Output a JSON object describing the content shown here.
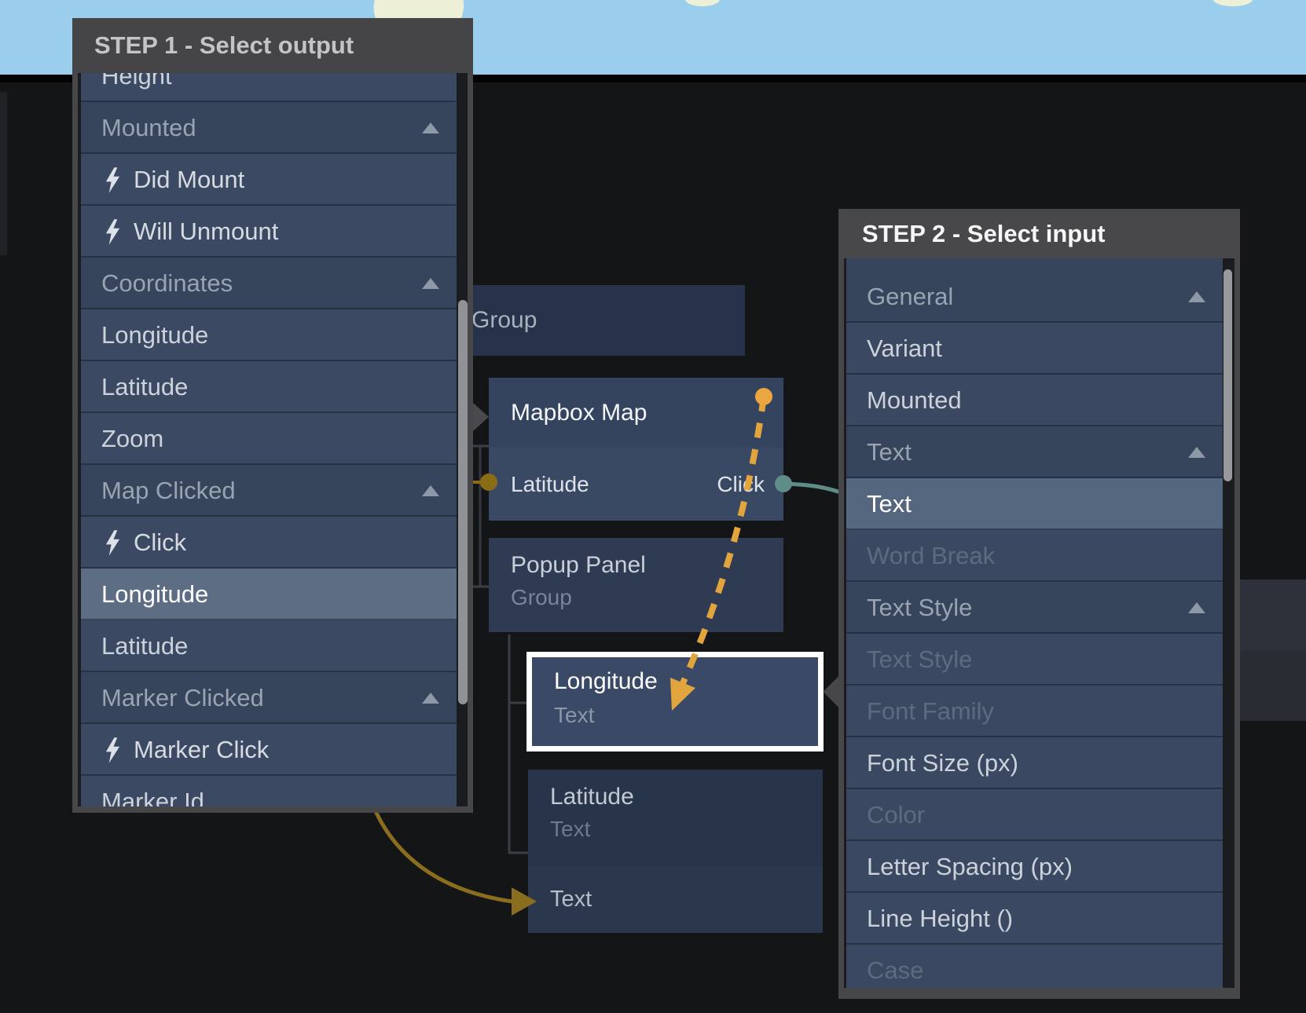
{
  "step1": {
    "title": "STEP 1 - Select output",
    "items": [
      {
        "label": "Height",
        "kind": "item"
      },
      {
        "label": "Mounted",
        "kind": "section"
      },
      {
        "label": "Did Mount",
        "kind": "event"
      },
      {
        "label": "Will Unmount",
        "kind": "event"
      },
      {
        "label": "Coordinates",
        "kind": "section"
      },
      {
        "label": "Longitude",
        "kind": "item"
      },
      {
        "label": "Latitude",
        "kind": "item"
      },
      {
        "label": "Zoom",
        "kind": "item"
      },
      {
        "label": "Map Clicked",
        "kind": "section"
      },
      {
        "label": "Click",
        "kind": "event"
      },
      {
        "label": "Longitude",
        "kind": "item",
        "state": "selected"
      },
      {
        "label": "Latitude",
        "kind": "item"
      },
      {
        "label": "Marker Clicked",
        "kind": "section"
      },
      {
        "label": "Marker Click",
        "kind": "event"
      },
      {
        "label": "Marker Id",
        "kind": "item"
      }
    ]
  },
  "step2": {
    "title": "STEP 2 - Select input",
    "items": [
      {
        "label": "General",
        "kind": "section"
      },
      {
        "label": "Variant",
        "kind": "item"
      },
      {
        "label": "Mounted",
        "kind": "item"
      },
      {
        "label": "Text",
        "kind": "section"
      },
      {
        "label": "Text",
        "kind": "item",
        "state": "selected"
      },
      {
        "label": "Word Break",
        "kind": "item",
        "state": "disabled"
      },
      {
        "label": "Text Style",
        "kind": "section"
      },
      {
        "label": "Text Style",
        "kind": "item",
        "state": "disabled"
      },
      {
        "label": "Font Family",
        "kind": "item",
        "state": "disabled"
      },
      {
        "label": "Font Size (px)",
        "kind": "item"
      },
      {
        "label": "Color",
        "kind": "item",
        "state": "disabled"
      },
      {
        "label": "Letter Spacing (px)",
        "kind": "item"
      },
      {
        "label": "Line Height ()",
        "kind": "item"
      },
      {
        "label": "Case",
        "kind": "item",
        "state": "disabled"
      }
    ]
  },
  "nodes": {
    "group": {
      "title": "Group"
    },
    "mapbox": {
      "title": "Mapbox Map",
      "input_port": "Latitude",
      "output_port": "Click"
    },
    "popup": {
      "title": "Popup Panel",
      "subtitle": "Group"
    },
    "longitude": {
      "title": "Longitude",
      "subtitle": "Text"
    },
    "latitude": {
      "title": "Latitude",
      "subtitle": "Text"
    },
    "text": {
      "label": "Text"
    }
  },
  "colors": {
    "pending_connection_amber": "#E2A53E",
    "click_port_teal": "#5F8C86",
    "latitude_port_gold": "#8A6C17",
    "existing_connection_olive": "#8A6D1E",
    "selected_row": "#5D6D84",
    "panel_frame": "#47474A",
    "map_water": "#9BCDEC",
    "map_land": "#EDF0D6"
  }
}
